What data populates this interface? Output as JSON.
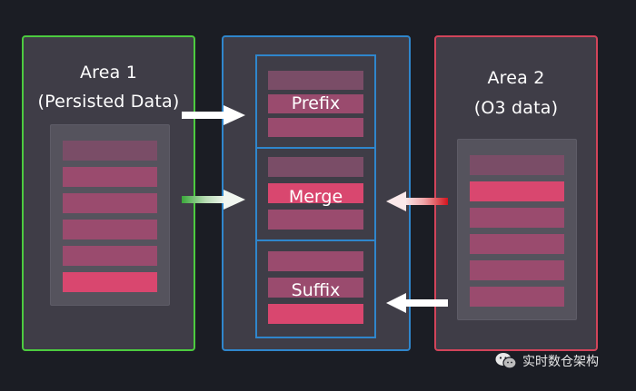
{
  "areas": {
    "area1": {
      "title": "Area 1",
      "subtitle": "(Persisted Data)",
      "border_color": "#4ccb3f"
    },
    "area2": {
      "title": "Area 2",
      "subtitle": "(O3 data)",
      "border_color": "#d2445a"
    },
    "merged": {
      "border_color": "#2f86cc"
    }
  },
  "sections": {
    "prefix": "Prefix",
    "merge": "Merge",
    "suffix": "Suffix"
  },
  "watermark": {
    "icon": "wechat-icon",
    "text": "实时数仓架构"
  }
}
